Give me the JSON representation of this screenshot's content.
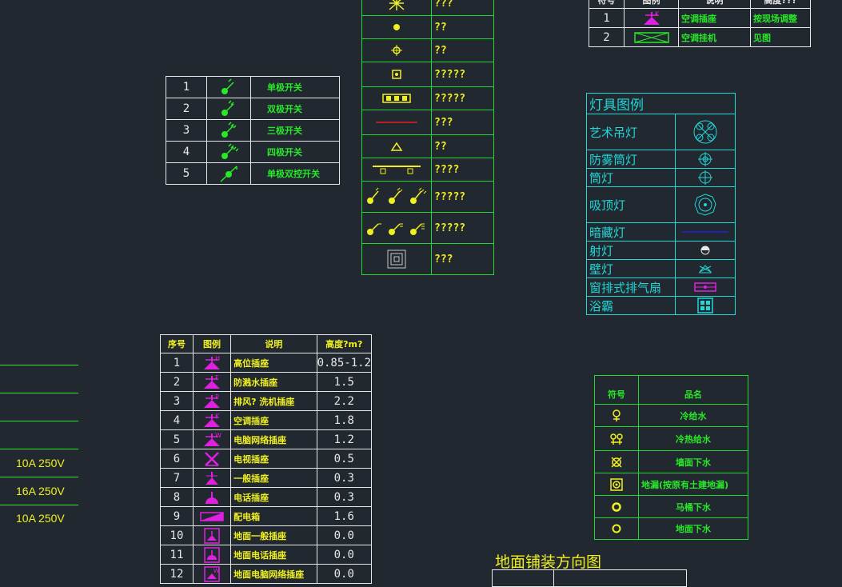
{
  "switch_table": {
    "rows": [
      {
        "no": "1",
        "icon": "single-switch-icon",
        "label": "单极开关"
      },
      {
        "no": "2",
        "icon": "double-switch-icon",
        "label": "双极开关"
      },
      {
        "no": "3",
        "icon": "triple-switch-icon",
        "label": "三极开关"
      },
      {
        "no": "4",
        "icon": "quad-switch-icon",
        "label": "四极开关"
      },
      {
        "no": "5",
        "icon": "two-way-switch-icon",
        "label": "单极双控开关"
      }
    ]
  },
  "symbol_table": {
    "rows": [
      {
        "icon": "star-fixture-icon",
        "label": "???"
      },
      {
        "icon": "dot-icon",
        "label": "??"
      },
      {
        "icon": "cross-dot-icon",
        "label": "??"
      },
      {
        "icon": "box-icon",
        "label": "?????"
      },
      {
        "icon": "triple-box-icon",
        "label": "?????"
      },
      {
        "icon": "red-line-icon",
        "label": "???"
      },
      {
        "icon": "triangle-icon",
        "label": "??"
      },
      {
        "icon": "bench-icon",
        "label": "????"
      },
      {
        "icon": "switch-group-icon",
        "label": "?????"
      },
      {
        "icon": "switch-group-2-icon",
        "label": "?????"
      },
      {
        "icon": "nested-square-icon",
        "label": "???"
      }
    ]
  },
  "top_right_table": {
    "header": [
      "符号",
      "图例",
      "说明",
      "高度???"
    ],
    "rows": [
      {
        "no": "1",
        "icon": "ac-socket-icon",
        "desc": "空调插座",
        "height": "按现场调整"
      },
      {
        "no": "2",
        "icon": "ac-unit-icon",
        "desc": "空调挂机",
        "height": "见图"
      }
    ]
  },
  "light_table": {
    "title": "灯具图例",
    "rows": [
      {
        "label": "艺术吊灯",
        "icon": "chandelier-icon"
      },
      {
        "label": "防雾筒灯",
        "icon": "fogproof-downlight-icon"
      },
      {
        "label": "筒灯",
        "icon": "downlight-icon"
      },
      {
        "label": "吸顶灯",
        "icon": "ceiling-light-icon"
      },
      {
        "label": "暗藏灯",
        "icon": "hidden-light-icon"
      },
      {
        "label": "射灯",
        "icon": "spotlight-icon"
      },
      {
        "label": "壁灯",
        "icon": "wall-light-icon"
      },
      {
        "label": "窗排式排气扇",
        "icon": "exhaust-fan-icon"
      },
      {
        "label": "浴霸",
        "icon": "bath-heater-icon"
      }
    ]
  },
  "socket_table": {
    "header": [
      "序号",
      "图例",
      "说明",
      "高度?m?"
    ],
    "rows": [
      {
        "no": "1",
        "icon": "socket-h-icon",
        "desc": "高位插座",
        "height": "0.85-1.2"
      },
      {
        "no": "2",
        "icon": "socket-f-icon",
        "desc": "防溅水插座",
        "height": "1.5"
      },
      {
        "no": "3",
        "icon": "socket-p-icon",
        "desc": "排风? 洗机插座",
        "height": "2.2"
      },
      {
        "no": "4",
        "icon": "socket-k-icon",
        "desc": "空调插座",
        "height": "1.8"
      },
      {
        "no": "5",
        "icon": "socket-w-icon",
        "desc": "电脑网络插座",
        "height": "1.2"
      },
      {
        "no": "6",
        "icon": "tv-socket-icon",
        "desc": "电视插座",
        "height": "0.5"
      },
      {
        "no": "7",
        "icon": "general-socket-icon",
        "desc": "一般插座",
        "height": "0.3"
      },
      {
        "no": "8",
        "icon": "phone-socket-icon",
        "desc": "电话插座",
        "height": "0.3"
      },
      {
        "no": "9",
        "icon": "distribution-box-icon",
        "desc": "配电箱",
        "height": "1.6"
      },
      {
        "no": "10",
        "icon": "floor-socket-icon",
        "desc": "地面一般插座",
        "height": "0.0"
      },
      {
        "no": "11",
        "icon": "floor-phone-socket-icon",
        "desc": "地面电话插座",
        "height": "0.0"
      },
      {
        "no": "12",
        "icon": "floor-network-socket-icon",
        "desc": "地面电脑网络插座",
        "height": "0.0"
      }
    ]
  },
  "water_table": {
    "header": [
      "符号",
      "品名"
    ],
    "rows": [
      {
        "icon": "cold-water-icon",
        "label": "冷给水"
      },
      {
        "icon": "hot-cold-water-icon",
        "label": "冷热给水"
      },
      {
        "icon": "wall-drain-icon",
        "label": "墙面下水"
      },
      {
        "icon": "floor-drain-icon",
        "label": "地漏(按原有土建地漏)"
      },
      {
        "icon": "toilet-drain-icon",
        "label": "马桶下水"
      },
      {
        "icon": "floor-outlet-icon",
        "label": "地面下水"
      }
    ]
  },
  "left_panel": {
    "ratings": [
      "10A 250V",
      "16A 250V",
      "10A 250V"
    ]
  },
  "floor_title": "地面铺装方向图",
  "colors": {
    "background": "#212830",
    "green": "#28e828",
    "yellow": "#f0f020",
    "magenta": "#e020e0",
    "cyan": "#20d8d8",
    "white": "#e8e8e8",
    "red": "#e02020",
    "blue": "#2020e0"
  }
}
